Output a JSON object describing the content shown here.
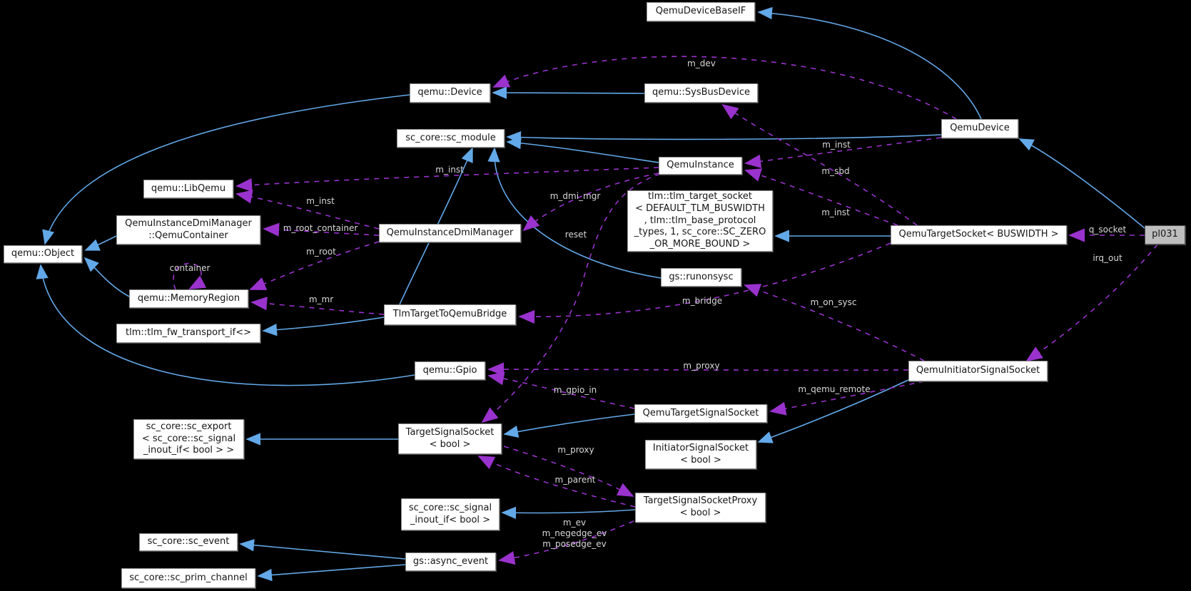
{
  "diagram_title": "pl031 collaboration diagram",
  "colors": {
    "background": "#000000",
    "inheritance_edge": "#63a8e8",
    "usage_edge": "#9a32cd",
    "node_fill": "#ffffff",
    "focus_node_fill": "#bebebe",
    "edge_label_color": "#d9d9d9"
  },
  "nodes": {
    "qemu_device_base_if": {
      "label": "QemuDeviceBaseIF"
    },
    "qemu_device_ns": {
      "label": "qemu::Device"
    },
    "sys_bus_device": {
      "label": "qemu::SysBusDevice"
    },
    "qemu_device": {
      "label": "QemuDevice"
    },
    "sc_module": {
      "label": "sc_core::sc_module"
    },
    "qemu_instance": {
      "label": "QemuInstance"
    },
    "lib_qemu": {
      "label": "qemu::LibQemu"
    },
    "tlm_target_socket": {
      "label": "tlm::tlm_target_socket\n< DEFAULT_TLM_BUSWIDTH\n, tlm::tlm_base_protocol\n_types, 1, sc_core::SC_ZERO\n_OR_MORE_BOUND >"
    },
    "qemu_container": {
      "label": "QemuInstanceDmiManager\n::QemuContainer"
    },
    "dmi_manager": {
      "label": "QemuInstanceDmiManager"
    },
    "qemu_target_socket": {
      "label": "QemuTargetSocket< BUSWIDTH >"
    },
    "pl031": {
      "label": "pl031"
    },
    "qemu_object": {
      "label": "qemu::Object"
    },
    "run_on_sysc": {
      "label": "gs::runonsysc"
    },
    "memory_region": {
      "label": "qemu::MemoryRegion"
    },
    "tlm_bridge": {
      "label": "TlmTargetToQemuBridge"
    },
    "fw_transport_if": {
      "label": "tlm::tlm_fw_transport_if<>"
    },
    "qemu_initiator_signal_socket": {
      "label": "QemuInitiatorSignalSocket"
    },
    "gpio": {
      "label": "qemu::Gpio"
    },
    "qemu_target_signal_socket": {
      "label": "QemuTargetSignalSocket"
    },
    "sc_export": {
      "label": "sc_core::sc_export\n< sc_core::sc_signal\n_inout_if< bool > >"
    },
    "target_signal_socket": {
      "label": "TargetSignalSocket\n< bool >"
    },
    "initiator_signal_socket": {
      "label": "InitiatorSignalSocket\n< bool >"
    },
    "target_signal_socket_proxy": {
      "label": "TargetSignalSocketProxy\n< bool >"
    },
    "sc_signal_inout_if": {
      "label": "sc_core::sc_signal\n_inout_if< bool >"
    },
    "sc_event": {
      "label": "sc_core::sc_event"
    },
    "async_event": {
      "label": "gs::async_event"
    },
    "sc_prim_channel": {
      "label": "sc_core::sc_prim_channel"
    }
  },
  "edge_labels": {
    "m_dev": "m_dev",
    "m_inst_1": "m_inst",
    "m_sbd": "m_sbd",
    "m_inst_2": "m_inst",
    "q_socket": "q_socket",
    "irq_out": "irq_out",
    "m_inst_3": "m_inst",
    "m_inst_4": "m_inst",
    "m_root_container": "m_root_container",
    "m_root": "m_root",
    "container": "container",
    "m_mr": "m_mr",
    "m_dmi_mgr": "m_dmi_mgr",
    "reset": "reset",
    "m_bridge": "m_bridge",
    "m_on_sysc": "m_on_sysc",
    "m_proxy_1": "m_proxy",
    "m_gpio_in": "m_gpio_in",
    "m_qemu_remote": "m_qemu_remote",
    "m_proxy_2": "m_proxy",
    "m_parent": "m_parent",
    "m_ev": "m_ev",
    "m_negedge_ev": "m_negedge_ev",
    "m_posedge_ev": "m_posedge_ev"
  },
  "relationships": [
    {
      "from": "QemuDevice",
      "to": "QemuDeviceBaseIF",
      "type": "inheritance"
    },
    {
      "from": "QemuDevice",
      "to": "sc_core::sc_module",
      "type": "inheritance"
    },
    {
      "from": "qemu::SysBusDevice",
      "to": "qemu::Device",
      "type": "inheritance"
    },
    {
      "from": "qemu::Device",
      "to": "qemu::Object",
      "type": "inheritance"
    },
    {
      "from": "QemuInstanceDmiManager::QemuContainer",
      "to": "qemu::Object",
      "type": "inheritance"
    },
    {
      "from": "qemu::MemoryRegion",
      "to": "qemu::Object",
      "type": "inheritance"
    },
    {
      "from": "qemu::Gpio",
      "to": "qemu::Object",
      "type": "inheritance"
    },
    {
      "from": "QemuInstance",
      "to": "sc_core::sc_module",
      "type": "inheritance"
    },
    {
      "from": "gs::runonsysc",
      "to": "sc_core::sc_module",
      "type": "inheritance"
    },
    {
      "from": "TlmTargetToQemuBridge",
      "to": "sc_core::sc_module",
      "type": "inheritance"
    },
    {
      "from": "TlmTargetToQemuBridge",
      "to": "tlm::tlm_fw_transport_if<>",
      "type": "inheritance"
    },
    {
      "from": "pl031",
      "to": "QemuDevice",
      "type": "inheritance"
    },
    {
      "from": "QemuTargetSocket< BUSWIDTH >",
      "to": "tlm::tlm_target_socket<...>",
      "type": "inheritance"
    },
    {
      "from": "QemuTargetSignalSocket",
      "to": "TargetSignalSocket< bool >",
      "type": "inheritance"
    },
    {
      "from": "QemuInitiatorSignalSocket",
      "to": "InitiatorSignalSocket< bool >",
      "type": "inheritance"
    },
    {
      "from": "TargetSignalSocket< bool >",
      "to": "sc_core::sc_export<...>",
      "type": "inheritance"
    },
    {
      "from": "TargetSignalSocketProxy< bool >",
      "to": "sc_core::sc_signal_inout_if< bool >",
      "type": "inheritance"
    },
    {
      "from": "gs::async_event",
      "to": "sc_core::sc_event",
      "type": "inheritance"
    },
    {
      "from": "gs::async_event",
      "to": "sc_core::sc_prim_channel",
      "type": "inheritance"
    },
    {
      "from": "QemuDevice",
      "to": "qemu::Device",
      "type": "usage",
      "label": "m_dev"
    },
    {
      "from": "QemuDevice",
      "to": "QemuInstance",
      "type": "usage",
      "label": "m_inst"
    },
    {
      "from": "QemuTargetSocket< BUSWIDTH >",
      "to": "qemu::SysBusDevice",
      "type": "usage",
      "label": "m_sbd"
    },
    {
      "from": "QemuTargetSocket< BUSWIDTH >",
      "to": "QemuInstance",
      "type": "usage",
      "label": "m_inst"
    },
    {
      "from": "pl031",
      "to": "QemuTargetSocket< BUSWIDTH >",
      "type": "usage",
      "label": "q_socket"
    },
    {
      "from": "pl031",
      "to": "QemuInitiatorSignalSocket",
      "type": "usage",
      "label": "irq_out"
    },
    {
      "from": "QemuInstance",
      "to": "qemu::LibQemu",
      "type": "usage",
      "label": "m_inst"
    },
    {
      "from": "QemuInstanceDmiManager",
      "to": "qemu::LibQemu",
      "type": "usage",
      "label": "m_inst"
    },
    {
      "from": "QemuInstanceDmiManager",
      "to": "QemuInstanceDmiManager::QemuContainer",
      "type": "usage",
      "label": "m_root_container"
    },
    {
      "from": "QemuInstanceDmiManager",
      "to": "qemu::MemoryRegion",
      "type": "usage",
      "label": "m_root"
    },
    {
      "from": "qemu::MemoryRegion",
      "to": "qemu::MemoryRegion",
      "type": "usage",
      "label": "container"
    },
    {
      "from": "TlmTargetToQemuBridge",
      "to": "qemu::MemoryRegion",
      "type": "usage",
      "label": "m_mr"
    },
    {
      "from": "QemuInstance",
      "to": "QemuInstanceDmiManager",
      "type": "usage",
      "label": "m_dmi_mgr"
    },
    {
      "from": "QemuInstance",
      "to": "TargetSignalSocket< bool >",
      "type": "usage",
      "label": "reset"
    },
    {
      "from": "QemuTargetSocket< BUSWIDTH >",
      "to": "TlmTargetToQemuBridge",
      "type": "usage",
      "label": "m_bridge"
    },
    {
      "from": "QemuInitiatorSignalSocket",
      "to": "gs::runonsysc",
      "type": "usage",
      "label": "m_on_sysc"
    },
    {
      "from": "QemuInitiatorSignalSocket",
      "to": "qemu::Gpio",
      "type": "usage",
      "label": "m_proxy"
    },
    {
      "from": "QemuTargetSignalSocket",
      "to": "qemu::Gpio",
      "type": "usage",
      "label": "m_gpio_in"
    },
    {
      "from": "QemuInitiatorSignalSocket",
      "to": "QemuTargetSignalSocket",
      "type": "usage",
      "label": "m_qemu_remote"
    },
    {
      "from": "TargetSignalSocket< bool >",
      "to": "TargetSignalSocketProxy< bool >",
      "type": "usage",
      "label": "m_proxy"
    },
    {
      "from": "TargetSignalSocketProxy< bool >",
      "to": "TargetSignalSocket< bool >",
      "type": "usage",
      "label": "m_parent"
    },
    {
      "from": "TargetSignalSocketProxy< bool >",
      "to": "gs::async_event",
      "type": "usage",
      "label": "m_ev m_negedge_ev m_posedge_ev"
    }
  ]
}
